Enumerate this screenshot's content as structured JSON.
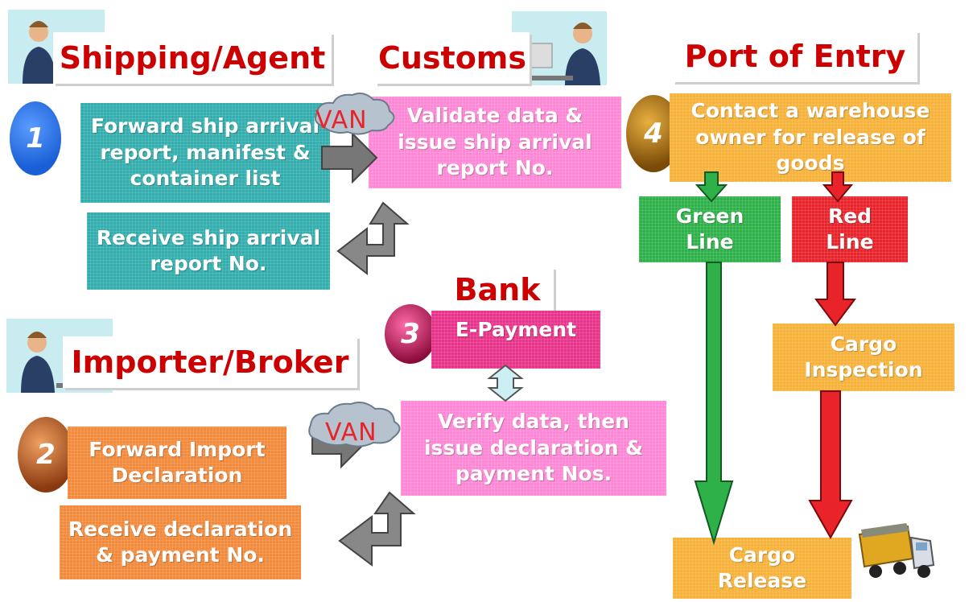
{
  "titles": {
    "shipping": "Shipping/Agent",
    "customs": "Customs",
    "port": "Port of Entry",
    "bank": "Bank",
    "importer": "Importer/Broker"
  },
  "steps": {
    "s1": "1",
    "s2": "2",
    "s3": "3",
    "s4": "4"
  },
  "boxes": {
    "forward_ship": "Forward ship arrival report, manifest & container list",
    "receive_ship": "Receive ship arrival report No.",
    "validate": "Validate data & issue ship arrival report No.",
    "epayment": "E-Payment",
    "forward_import": "Forward Import Declaration",
    "receive_decl": "Receive declaration & payment No.",
    "verify": "Verify data, then issue  declaration & payment Nos.",
    "contact": "Contact a warehouse owner for release of goods",
    "green_line": "Green Line",
    "red_line": "Red Line",
    "inspection": "Cargo Inspection",
    "release": "Cargo Release"
  },
  "van_labels": {
    "top": "VAN",
    "bottom": "VAN"
  },
  "colors": {
    "title_red": "#cc0000",
    "teal": "#33adad",
    "pink": "#ff88d6",
    "orange": "#f28a3c",
    "gold": "#f7b23a",
    "green": "#2fb14a",
    "red": "#e8232a",
    "magenta": "#e8348a",
    "step1": "#1a5fd6"
  },
  "icons": [
    "person-icon",
    "cloud-icon",
    "arrow-icon",
    "truck-icon"
  ]
}
